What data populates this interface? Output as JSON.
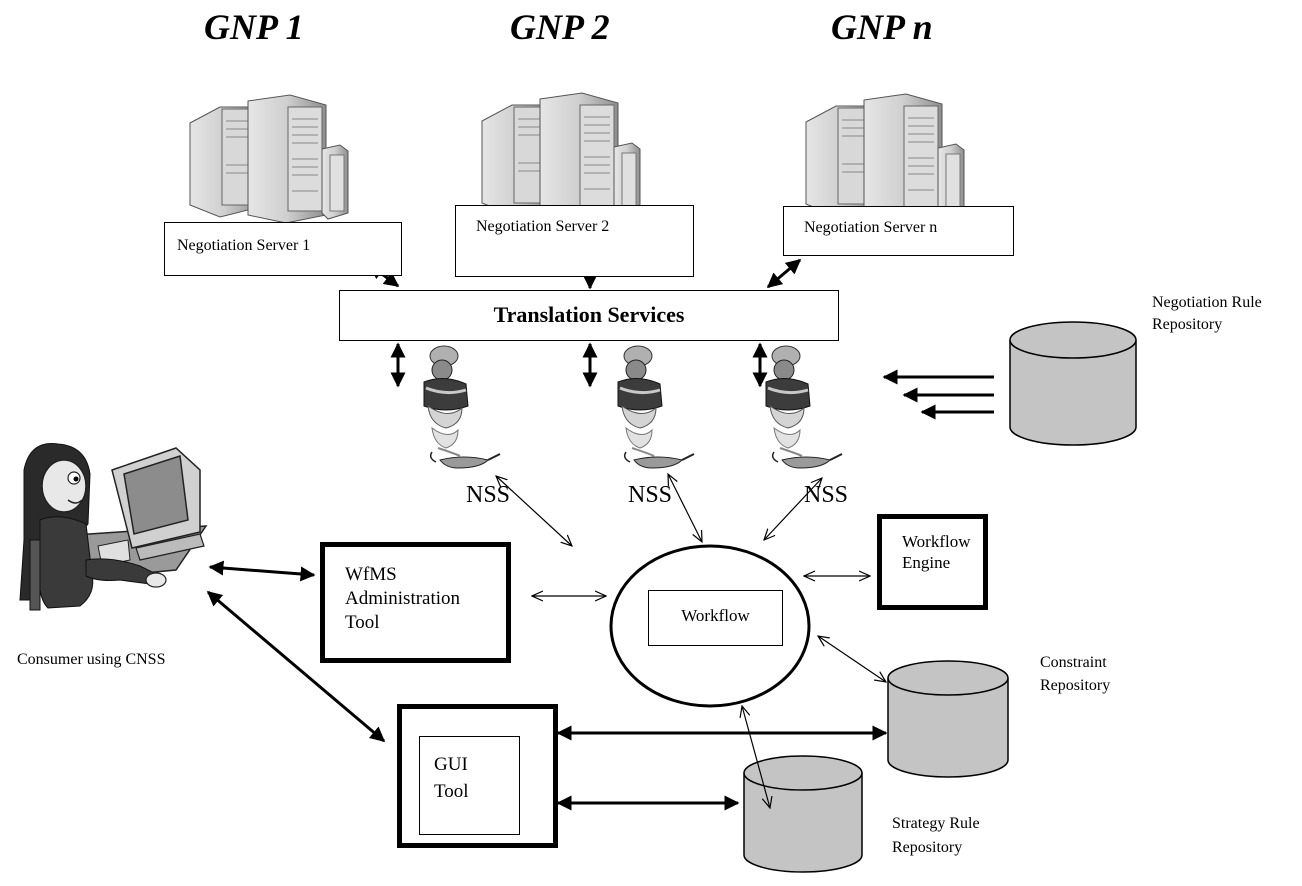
{
  "gnp": {
    "g1": "GNP 1",
    "g2": "GNP 2",
    "gn": "GNP n"
  },
  "servers": {
    "s1": "Negotiation Server 1",
    "s2": "Negotiation Server 2",
    "sn": "Negotiation Server n"
  },
  "translation": "Translation Services",
  "nss": {
    "a": "NSS",
    "b": "NSS",
    "c": "NSS"
  },
  "negotiation_rule_repository": "Negotiation Rule\nRepository",
  "wfms_tool": "WfMS\nAdministration\nTool",
  "workflow": "Workflow",
  "workflow_engine": "Workflow\nEngine",
  "constraint_repository": "Constraint\nRepository",
  "consumer": "Consumer using CNSS",
  "gui_tool": "GUI\nTool",
  "strategy_rule_repository": "Strategy Rule\nRepository",
  "colors": {
    "server_gray": "#b9b9b9",
    "cylinder_fill": "#c4c4c4",
    "line": "#000000"
  },
  "icons": [
    "server-cluster-icon",
    "genie-lamp-icon",
    "consumer-at-computer-icon",
    "database-cylinder-icon"
  ]
}
